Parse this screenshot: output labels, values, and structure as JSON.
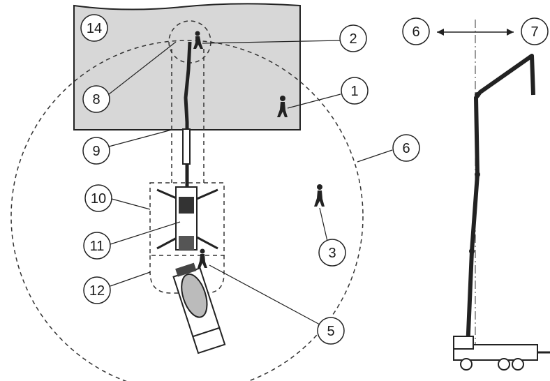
{
  "callouts": [
    {
      "id": "1",
      "label": "1"
    },
    {
      "id": "2",
      "label": "2"
    },
    {
      "id": "3",
      "label": "3"
    },
    {
      "id": "5",
      "label": "5"
    },
    {
      "id": "6a",
      "label": "6"
    },
    {
      "id": "6b",
      "label": "6"
    },
    {
      "id": "7",
      "label": "7"
    },
    {
      "id": "8",
      "label": "8"
    },
    {
      "id": "9",
      "label": "9"
    },
    {
      "id": "10",
      "label": "10"
    },
    {
      "id": "11",
      "label": "11"
    },
    {
      "id": "12",
      "label": "12"
    },
    {
      "id": "14",
      "label": "14"
    }
  ],
  "colors": {
    "area_fill": "#d7d7d7",
    "line": "#222222",
    "callout_stroke": "#222222"
  }
}
